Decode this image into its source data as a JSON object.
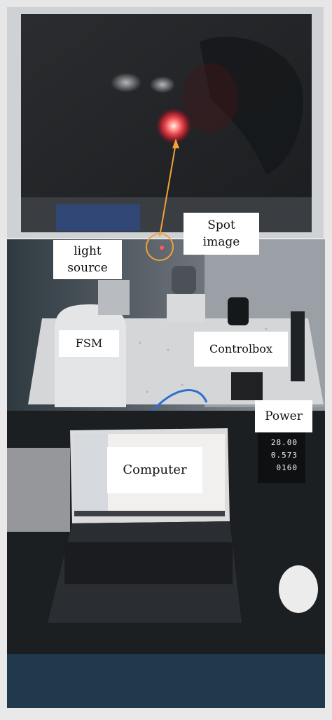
{
  "labels": {
    "spot_image": [
      "Spot",
      "image"
    ],
    "light_source": [
      "light",
      "source"
    ],
    "fsm": "FSM",
    "controlbox": "Controlbox",
    "power": "Power",
    "computer": "Computer"
  },
  "power_display": [
    "28.00",
    "0.573",
    "0160"
  ],
  "colors": {
    "arrow": "#f3a23a",
    "laser_spot": "#ff5a5a",
    "label_bg": "#ffffff"
  }
}
